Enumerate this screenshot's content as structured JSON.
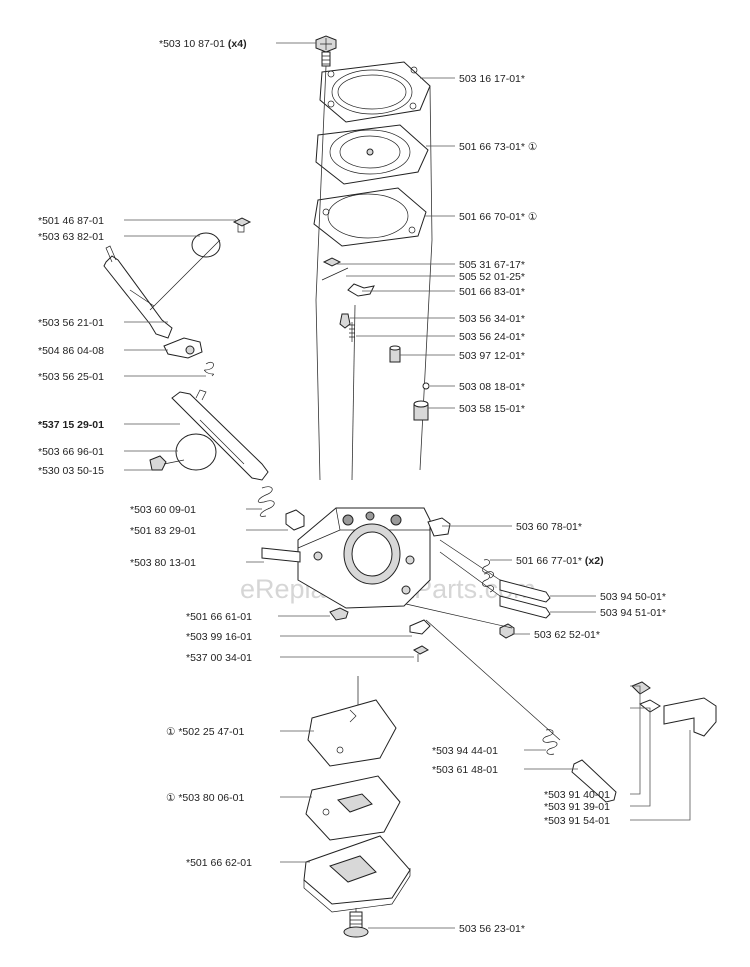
{
  "watermark": "eReplacementParts.com",
  "labels": {
    "l01": "*503 10 87-01",
    "l01_qty": "(x4)",
    "l02": "503 16 17-01*",
    "l03": "501 66 73-01* ①",
    "l04": "501 66 70-01* ①",
    "l05": "*501 46 87-01",
    "l06": "*503 63 82-01",
    "l07": "505 31 67-17*",
    "l08": "505 52 01-25*",
    "l09": "501 66 83-01*",
    "l10": "*503 56 21-01",
    "l11": "503 56 34-01*",
    "l12": "503 56 24-01*",
    "l13": "*504 86 04-08",
    "l14": "503 97 12-01*",
    "l15": "*503 56 25-01",
    "l16": "503 08 18-01*",
    "l17": "503 58 15-01*",
    "l18": "*537 15 29-01",
    "l19": "*503 66 96-01",
    "l20": "*530 03 50-15",
    "l21": "*503 60 09-01",
    "l22": "503 60 78-01*",
    "l23": "*501 83 29-01",
    "l24": "*503 80 13-01",
    "l25": "501 66 77-01*",
    "l25_qty": "(x2)",
    "l26": "503 94 50-01*",
    "l27": "503 94 51-01*",
    "l28": "*501 66 61-01",
    "l29": "503 62 52-01*",
    "l30": "*503 99 16-01",
    "l31": "*537 00 34-01",
    "l32": "① *502 25 47-01",
    "l33": "*503 94 44-01",
    "l34": "*503 61 48-01",
    "l35": "① *503 80 06-01",
    "l36": "*503 91 40-01",
    "l37": "*503 91 39-01",
    "l38": "*503 91 54-01",
    "l39": "*501 66 62-01",
    "l40": "503 56 23-01*"
  }
}
